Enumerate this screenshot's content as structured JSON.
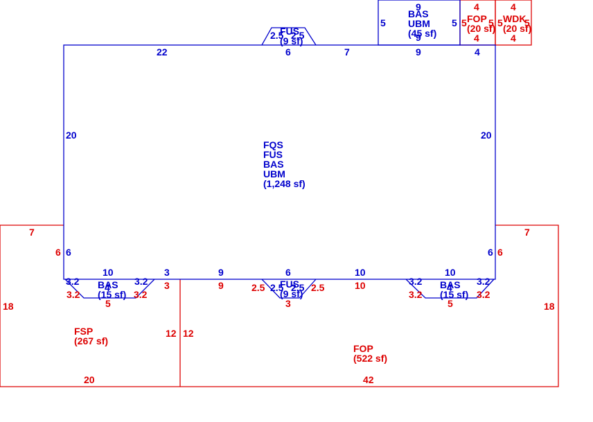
{
  "colors": {
    "living": "#0000cc",
    "porch": "#dd0000"
  },
  "areas": {
    "main": [
      "FQS",
      "FUS",
      "BAS",
      "UBM",
      "(1,248 sf)"
    ],
    "top_bay": [
      "FUS",
      "(9 sf)"
    ],
    "bottom_bay": [
      "FUS",
      "(9 sf)"
    ],
    "ubm_box": [
      "BAS",
      "UBM",
      "(45 sf)"
    ],
    "fop_small": [
      "FOP",
      "(20 sf)"
    ],
    "wdk": [
      "WDK",
      "(20 sf)"
    ],
    "left_bay": [
      "BAS",
      "(15 sf)"
    ],
    "right_bay": [
      "BAS",
      "(15 sf)"
    ],
    "fsp": [
      "FSP",
      "(267 sf)"
    ],
    "fop_large": [
      "FOP",
      "(522 sf)"
    ]
  },
  "dims": {
    "top_22": "22",
    "top_6": "6",
    "top_7": "7",
    "top_9": "9",
    "top_4": "4",
    "left_20": "20",
    "right_20": "20",
    "left_6": "6",
    "right_6": "6",
    "bot_10a": "10",
    "bot_3": "3",
    "bot_9": "9",
    "bot_6": "6",
    "bot_10b": "10",
    "bot_10c": "10",
    "top_bay_25l": "2.5",
    "top_bay_25r": "2.5",
    "ubm_9top": "9",
    "ubm_9bot": "9",
    "ubm_5l": "5",
    "ubm_5r": "5",
    "fop4_top": "4",
    "fop4_bot": "4",
    "fop5_l": "5",
    "fop5_r": "5",
    "wdk4_top": "4",
    "wdk4_bot": "4",
    "wdk5_l": "5",
    "wdk5_r": "5",
    "lb_32a": "3.2",
    "lb_32b": "3.2",
    "lb_4": "4",
    "lb_32c": "3.2",
    "lb_32d": "3.2",
    "lb_5": "5",
    "bb_25a": "2.5",
    "bb_25b": "2.5",
    "bb_25c": "2.5",
    "bb_25d": "2.5",
    "bb_3": "3",
    "rb_32a": "3.2",
    "rb_32b": "3.2",
    "rb_4": "4",
    "rb_32c": "3.2",
    "rb_32d": "3.2",
    "rb_5": "5",
    "fsp_7": "7",
    "fsp_6": "6",
    "fsp_18": "18",
    "fsp_12": "12",
    "fsp_20": "20",
    "fsp_3": "3",
    "fop_9": "9",
    "fop_10": "10",
    "fop_12": "12",
    "fop_42": "42",
    "fop_7": "7",
    "fop_6": "6",
    "fop_18": "18"
  }
}
